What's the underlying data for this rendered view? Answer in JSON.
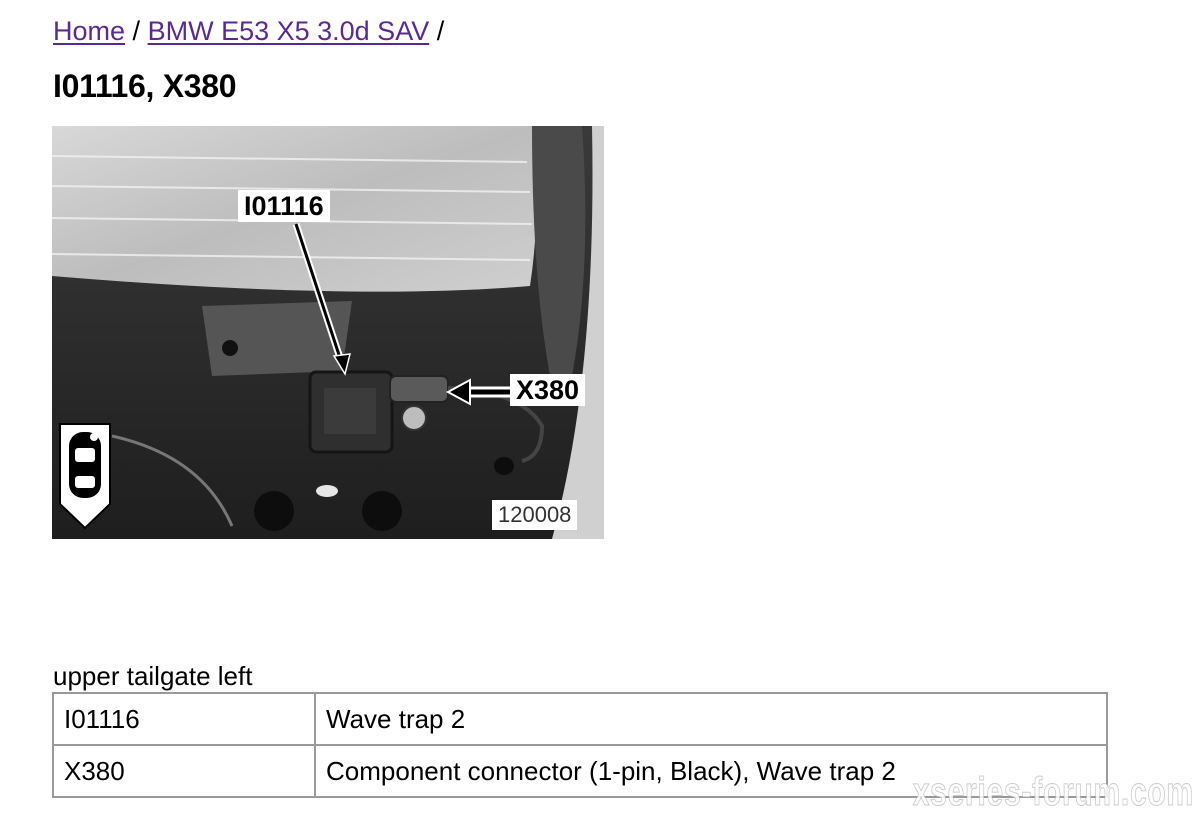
{
  "breadcrumb": {
    "home": "Home",
    "separator": "/",
    "model": "BMW E53 X5 3.0d SAV",
    "trailing_separator": "/"
  },
  "page_title": "I01116, X380",
  "figure": {
    "callout_component": "I01116",
    "callout_connector": "X380",
    "figure_number": "120008",
    "location_icon": "car-top-view-icon"
  },
  "caption": "upper tailgate left",
  "legend_rows": [
    {
      "code": "I01116",
      "description": "Wave trap 2"
    },
    {
      "code": "X380",
      "description": "Component connector (1-pin, Black), Wave trap 2"
    }
  ],
  "watermark": "xseries-forum.com"
}
